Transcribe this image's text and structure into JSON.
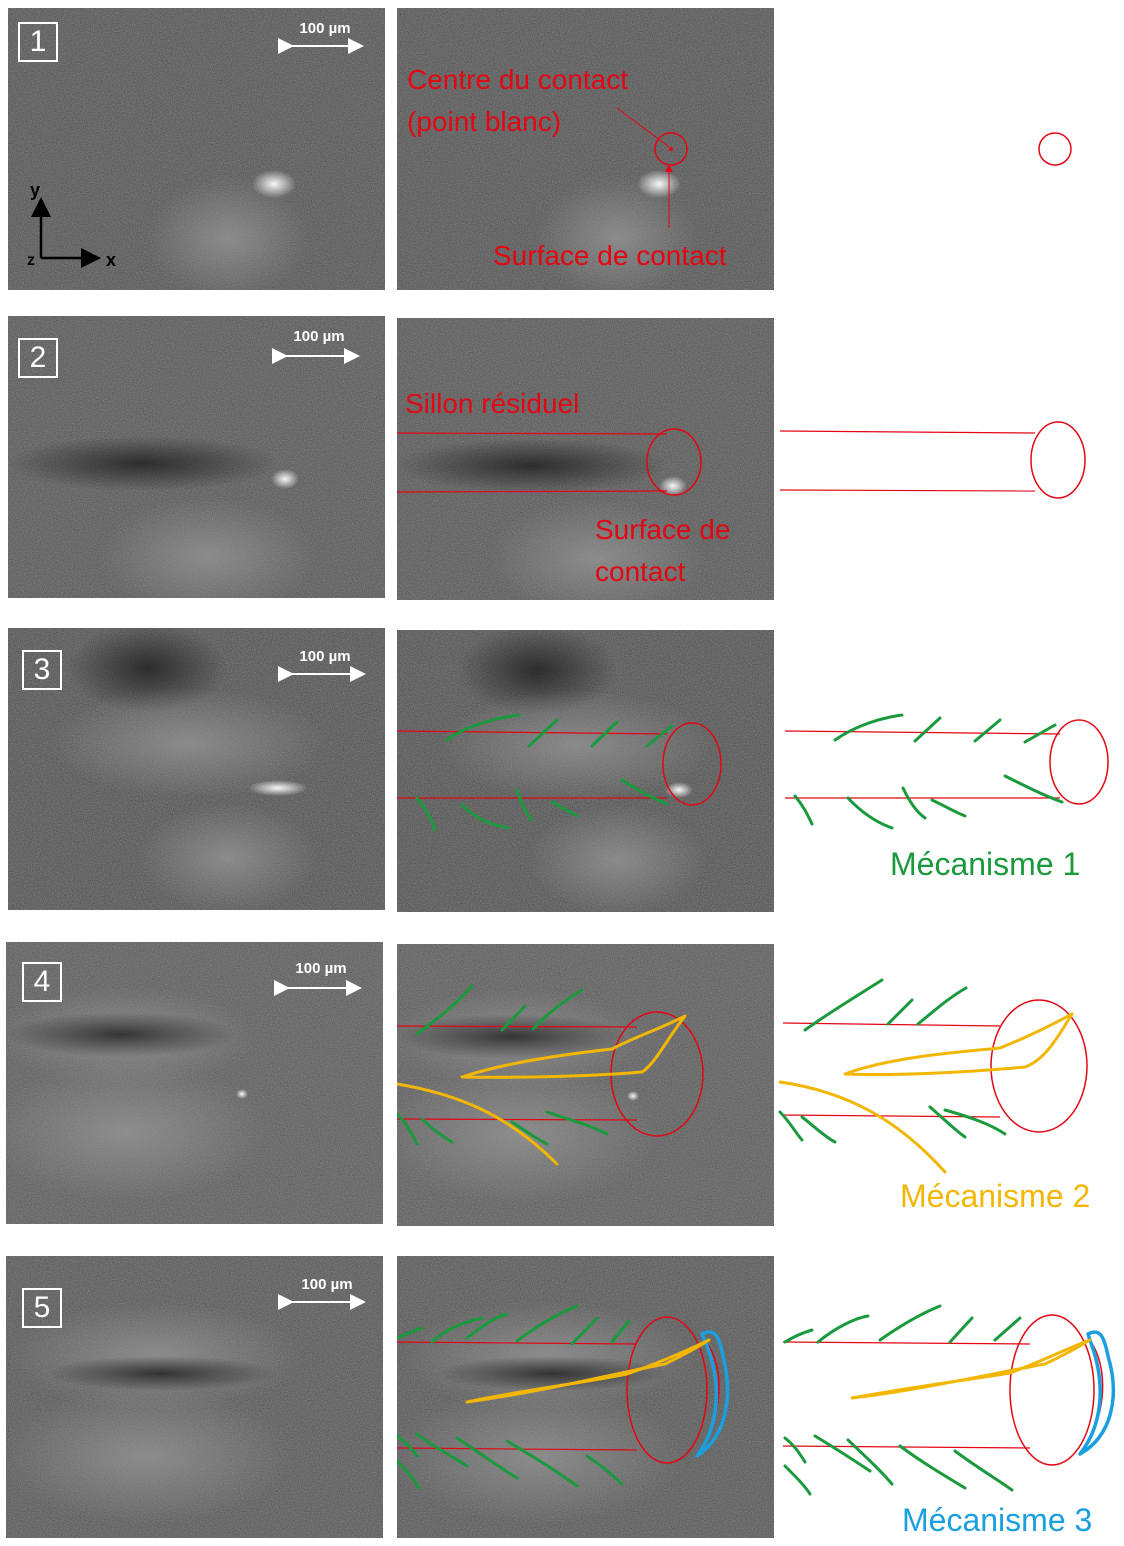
{
  "figure": {
    "scale_bar_label": "100 µm",
    "axes": {
      "y": "y",
      "x": "x",
      "z": "z"
    },
    "rows": [
      {
        "number": "1"
      },
      {
        "number": "2"
      },
      {
        "number": "3"
      },
      {
        "number": "4"
      },
      {
        "number": "5"
      }
    ],
    "annotations": {
      "centre_line1": "Centre du contact",
      "centre_line2": "(point blanc)",
      "surface_row1": "Surface de contact",
      "sillon": "Sillon résiduel",
      "surface_row2_line1": "Surface de",
      "surface_row2_line2": "contact"
    },
    "mechanisms": [
      {
        "label": "Mécanisme 1",
        "color": "#1a9a3c"
      },
      {
        "label": "Mécanisme 2",
        "color": "#f2b705"
      },
      {
        "label": "Mécanisme 3",
        "color": "#1a9fe0"
      }
    ],
    "colors": {
      "contact": "#e30613",
      "mech1": "#1a9a3c",
      "mech2": "#f2b705",
      "mech3": "#1a9fe0"
    }
  }
}
